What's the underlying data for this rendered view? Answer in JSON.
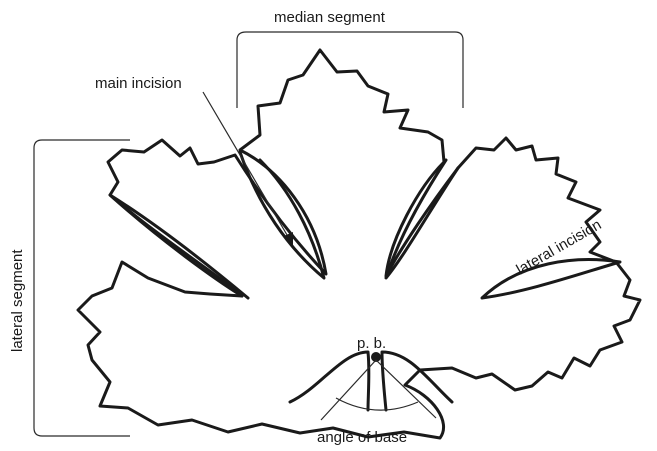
{
  "labels": {
    "median_segment": "median segment",
    "main_incision": "main incision",
    "lateral_incision": "lateral incision",
    "lateral_segment": "lateral segment",
    "petiole_base": "p. b.",
    "angle_of_base": "angle of base"
  },
  "colors": {
    "line": "#1a1a1a",
    "background": "#ffffff"
  }
}
